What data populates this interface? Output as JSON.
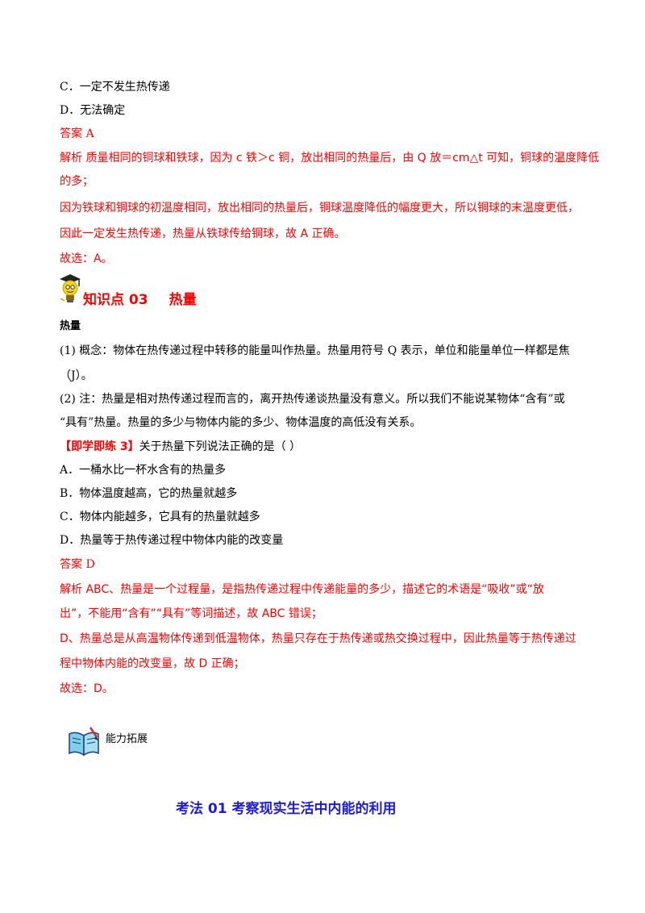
{
  "prev": {
    "option_c": "C．一定不发生热传递",
    "option_d": "D．无法确定",
    "answer": "答案  A",
    "analysis_line1": "解析  质量相同的铜球和铁球，因为 c 铁＞c 铜，放出相同的热量后，由 Q 放＝cm△t 可知，铜球的温度降低",
    "analysis_line2": "的多；",
    "analysis_line3": "因为铁球和铜球的初温度相同，放出相同的热量后，铜球温度降低的幅度更大，所以铜球的末温度更低，",
    "analysis_line4": "因此一定发生热传递，热量从铁球传给铜球，故 A 正确。",
    "choose": "故选：A。"
  },
  "knowledge": {
    "title_part1": "知识点 03",
    "title_part2": "热量",
    "subhead": "热量",
    "item1_line1": "(1)  概念：物体在热传递过程中转移的能量叫作热量。热量用符号 Q 表示，单位和能量单位一样都是焦",
    "item1_line2": "（J）。",
    "item2_line1": "(2)  注：热量是相对热传递过程而言的，离开热传递谈热量没有意义。所以我们不能说某物体“含有”或",
    "item2_line2": "“具有”热量。热量的多少与物体内能的多少、物体温度的高低没有关系。"
  },
  "practice": {
    "tag": "【即学即练 3】",
    "question": "关于热量下列说法正确的是（        ）",
    "option_a": "A．一桶水比一杯水含有的热量多",
    "option_b": "B．物体温度越高，它的热量就越多",
    "option_c": "C．物体内能越多，它具有的热量就越多",
    "option_d": "D．热量等于热传递过程中物体内能的改变量",
    "answer": "答案  D",
    "analysis_line1": "解析    ABC、热量是一个过程量，是指热传递过程中传递能量的多少，描述它的术语是“吸收”或“放",
    "analysis_line2": "出”，不能用“含有”“具有”等词描述，故 ABC 错误；",
    "analysis_line3": "D、热量总是从高温物体传递到低温物体，热量只存在于热传递或热交换过程中，因此热量等于热传递过",
    "analysis_line4": "程中物体内能的改变量，故 D 正确；",
    "choose": "故选：D。"
  },
  "extension": {
    "label": "能力拓展",
    "section_title": "考法 01    考察现实生活中内能的利用"
  },
  "colors": {
    "answer_red": "#ff0000",
    "section_blue": "#1c1cd6"
  }
}
